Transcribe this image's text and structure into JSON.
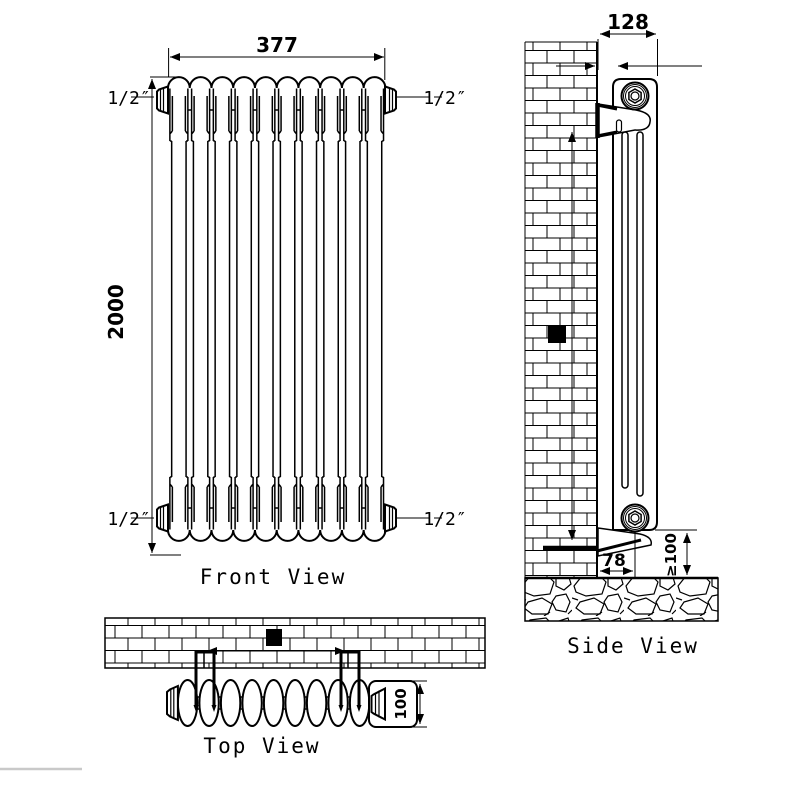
{
  "colors": {
    "line": "#000000",
    "background": "#ffffff",
    "anchor_block": "#000000",
    "watermark_line": "#c9c9c9"
  },
  "views": {
    "front": {
      "label": "Front View",
      "dim_width": "377",
      "dim_height": "2000",
      "connection_top_left": "1/2″",
      "connection_top_right": "1/2″",
      "connection_bottom_left": "1/2″",
      "connection_bottom_right": "1/2″",
      "sections": 10
    },
    "side": {
      "label": "Side View",
      "dim_depth": "128",
      "dim_wall_to_pipe_center": "78",
      "dim_min_floor_clearance": "≥100"
    },
    "top": {
      "label": "Top View",
      "dim_section_depth": "100",
      "sections": 10
    }
  }
}
